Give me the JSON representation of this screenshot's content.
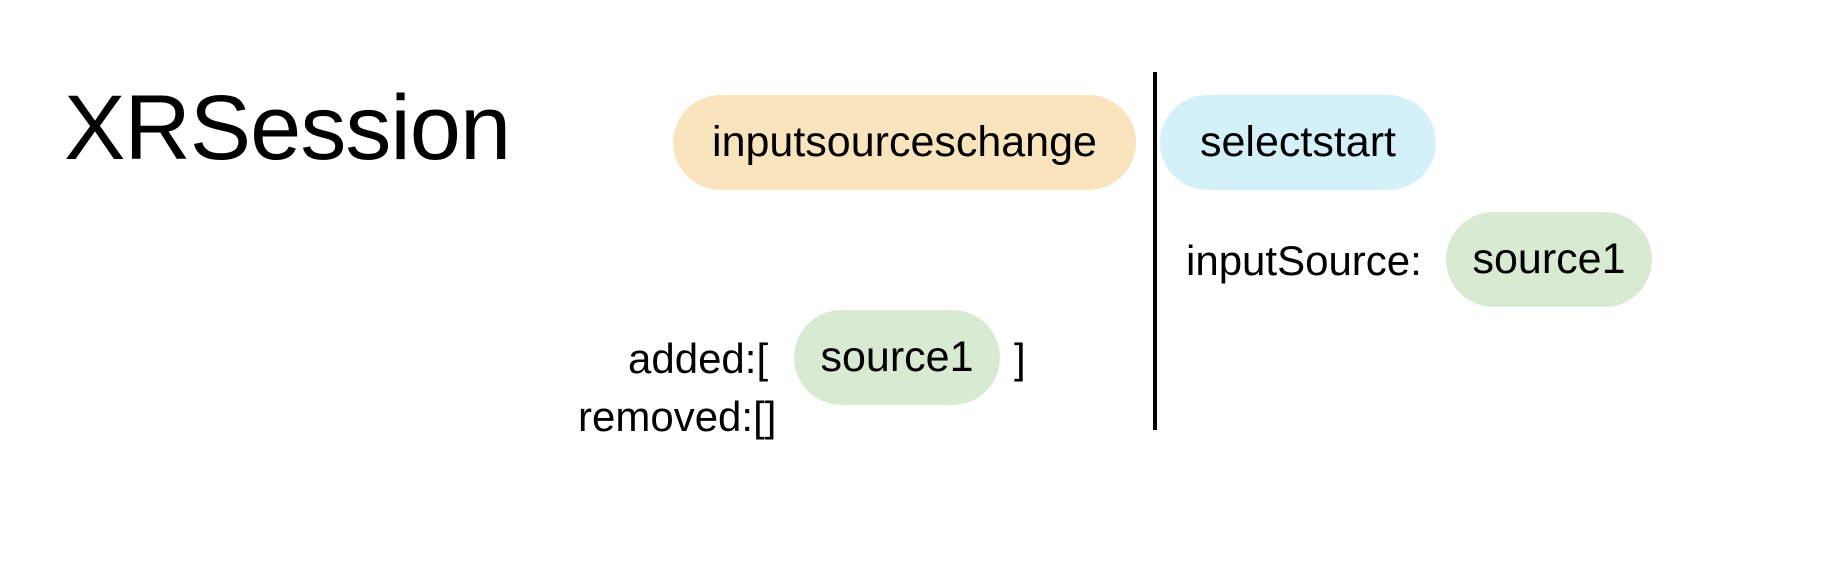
{
  "title": "XRSession",
  "events": {
    "inputsourceschange": {
      "label": "inputsourceschange",
      "color": "#f9e4bd"
    },
    "selectstart": {
      "label": "selectstart",
      "color": "#d4f1f9"
    }
  },
  "selectstart_detail": {
    "input_source_label": "inputSource:",
    "input_source_value": "source1"
  },
  "inputsourceschange_detail": {
    "added_label": "added:[",
    "added_value": "source1",
    "added_close": "]",
    "removed_label": "removed:[]"
  },
  "colors": {
    "source_pill": "#d9ead3",
    "divider": "#000000",
    "text": "#000000"
  }
}
